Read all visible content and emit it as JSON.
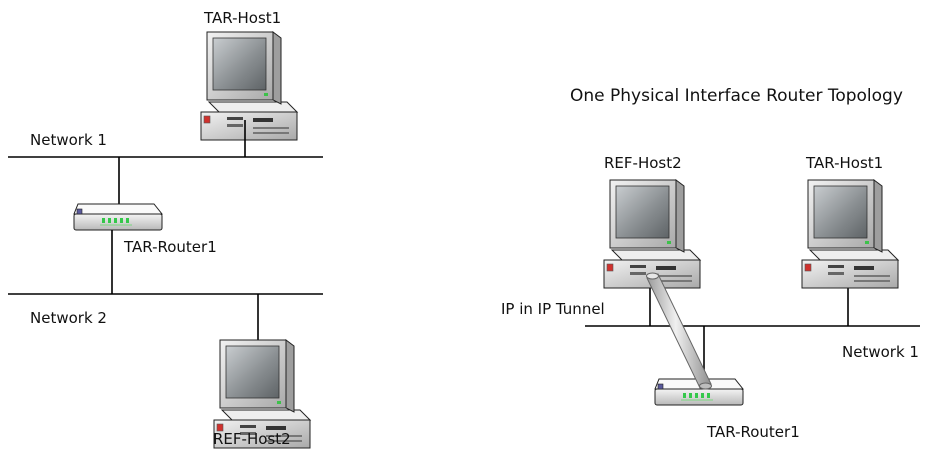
{
  "left_topology": {
    "labels": {
      "host_top": "TAR-Host1",
      "network_1": "Network 1",
      "router": "TAR-Router1",
      "network_2": "Network 2",
      "host_bottom": "REF-Host2"
    }
  },
  "right_topology": {
    "title": "One Physical Interface Router Topology",
    "labels": {
      "host_left": "REF-Host2",
      "host_right": "TAR-Host1",
      "tunnel": "IP in IP Tunnel",
      "network_1": "Network 1",
      "router": "TAR-Router1"
    }
  },
  "icons": {
    "host": "desktop-computer-icon",
    "router": "router-icon"
  },
  "colors": {
    "case": "#d7d7d7",
    "screen": "#6f7477",
    "power_led": "#d0312d",
    "router_leds": "#34c84a",
    "tunnel": "#c9c9c9"
  }
}
